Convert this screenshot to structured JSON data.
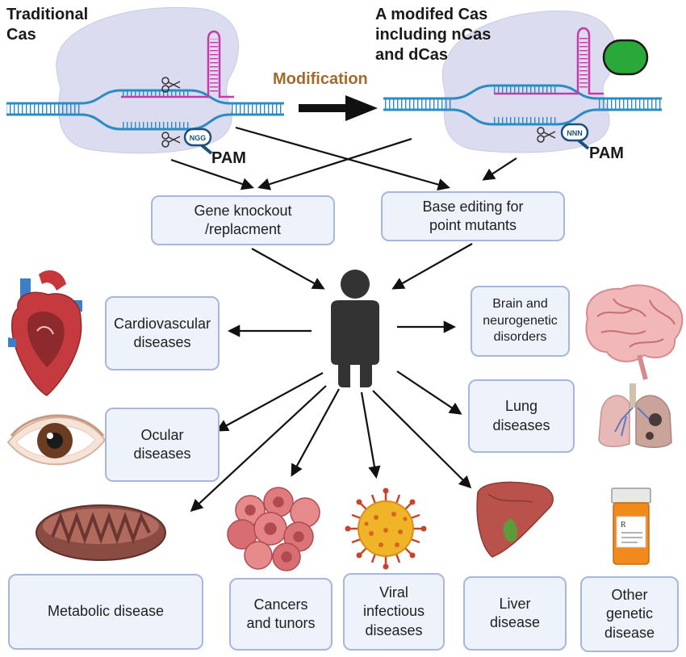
{
  "titles": {
    "traditional": "Traditional\nCas",
    "modified": "A modifed Cas\nincluding nCas\nand dCas",
    "modification": "Modification",
    "pam_left": "PAM",
    "pam_right": "PAM",
    "ngg": "NGG",
    "nnn": "NNN"
  },
  "boxes": {
    "gene_knockout": "Gene knockout\n/replacment",
    "base_editing": "Base editing for\npoint mutants",
    "cardiovascular": "Cardiovascular\ndiseases",
    "brain": "Brain and\nneurogenetic\ndisorders",
    "ocular": "Ocular\ndiseases",
    "lung": "Lung\ndiseases",
    "metabolic": "Metabolic disease",
    "cancers": "Cancers\nand tunors",
    "viral": "Viral\ninfectious\ndiseases",
    "liver": "Liver\ndisease",
    "other": "Other\ngenetic\ndisease"
  },
  "icons": {
    "heart": "heart-icon",
    "eye": "eye-icon",
    "brain": "brain-icon",
    "lung": "lung-icon",
    "mitochondrion": "mitochondrion-icon",
    "tumor": "tumor-cells-icon",
    "virus": "virus-icon",
    "liver": "liver-icon",
    "pill_bottle": "pill-bottle-icon",
    "person": "person-icon",
    "scissors": "scissors-icon"
  },
  "colors": {
    "modification_text": "#a36a2a",
    "box_border": "#a8b6dc",
    "box_fill": "#eef3fb",
    "dna": "#2a8cc4",
    "guide_rna": "#c43aa8",
    "cas_blob": "#dcdcf0",
    "effector": "#2aa83a"
  }
}
